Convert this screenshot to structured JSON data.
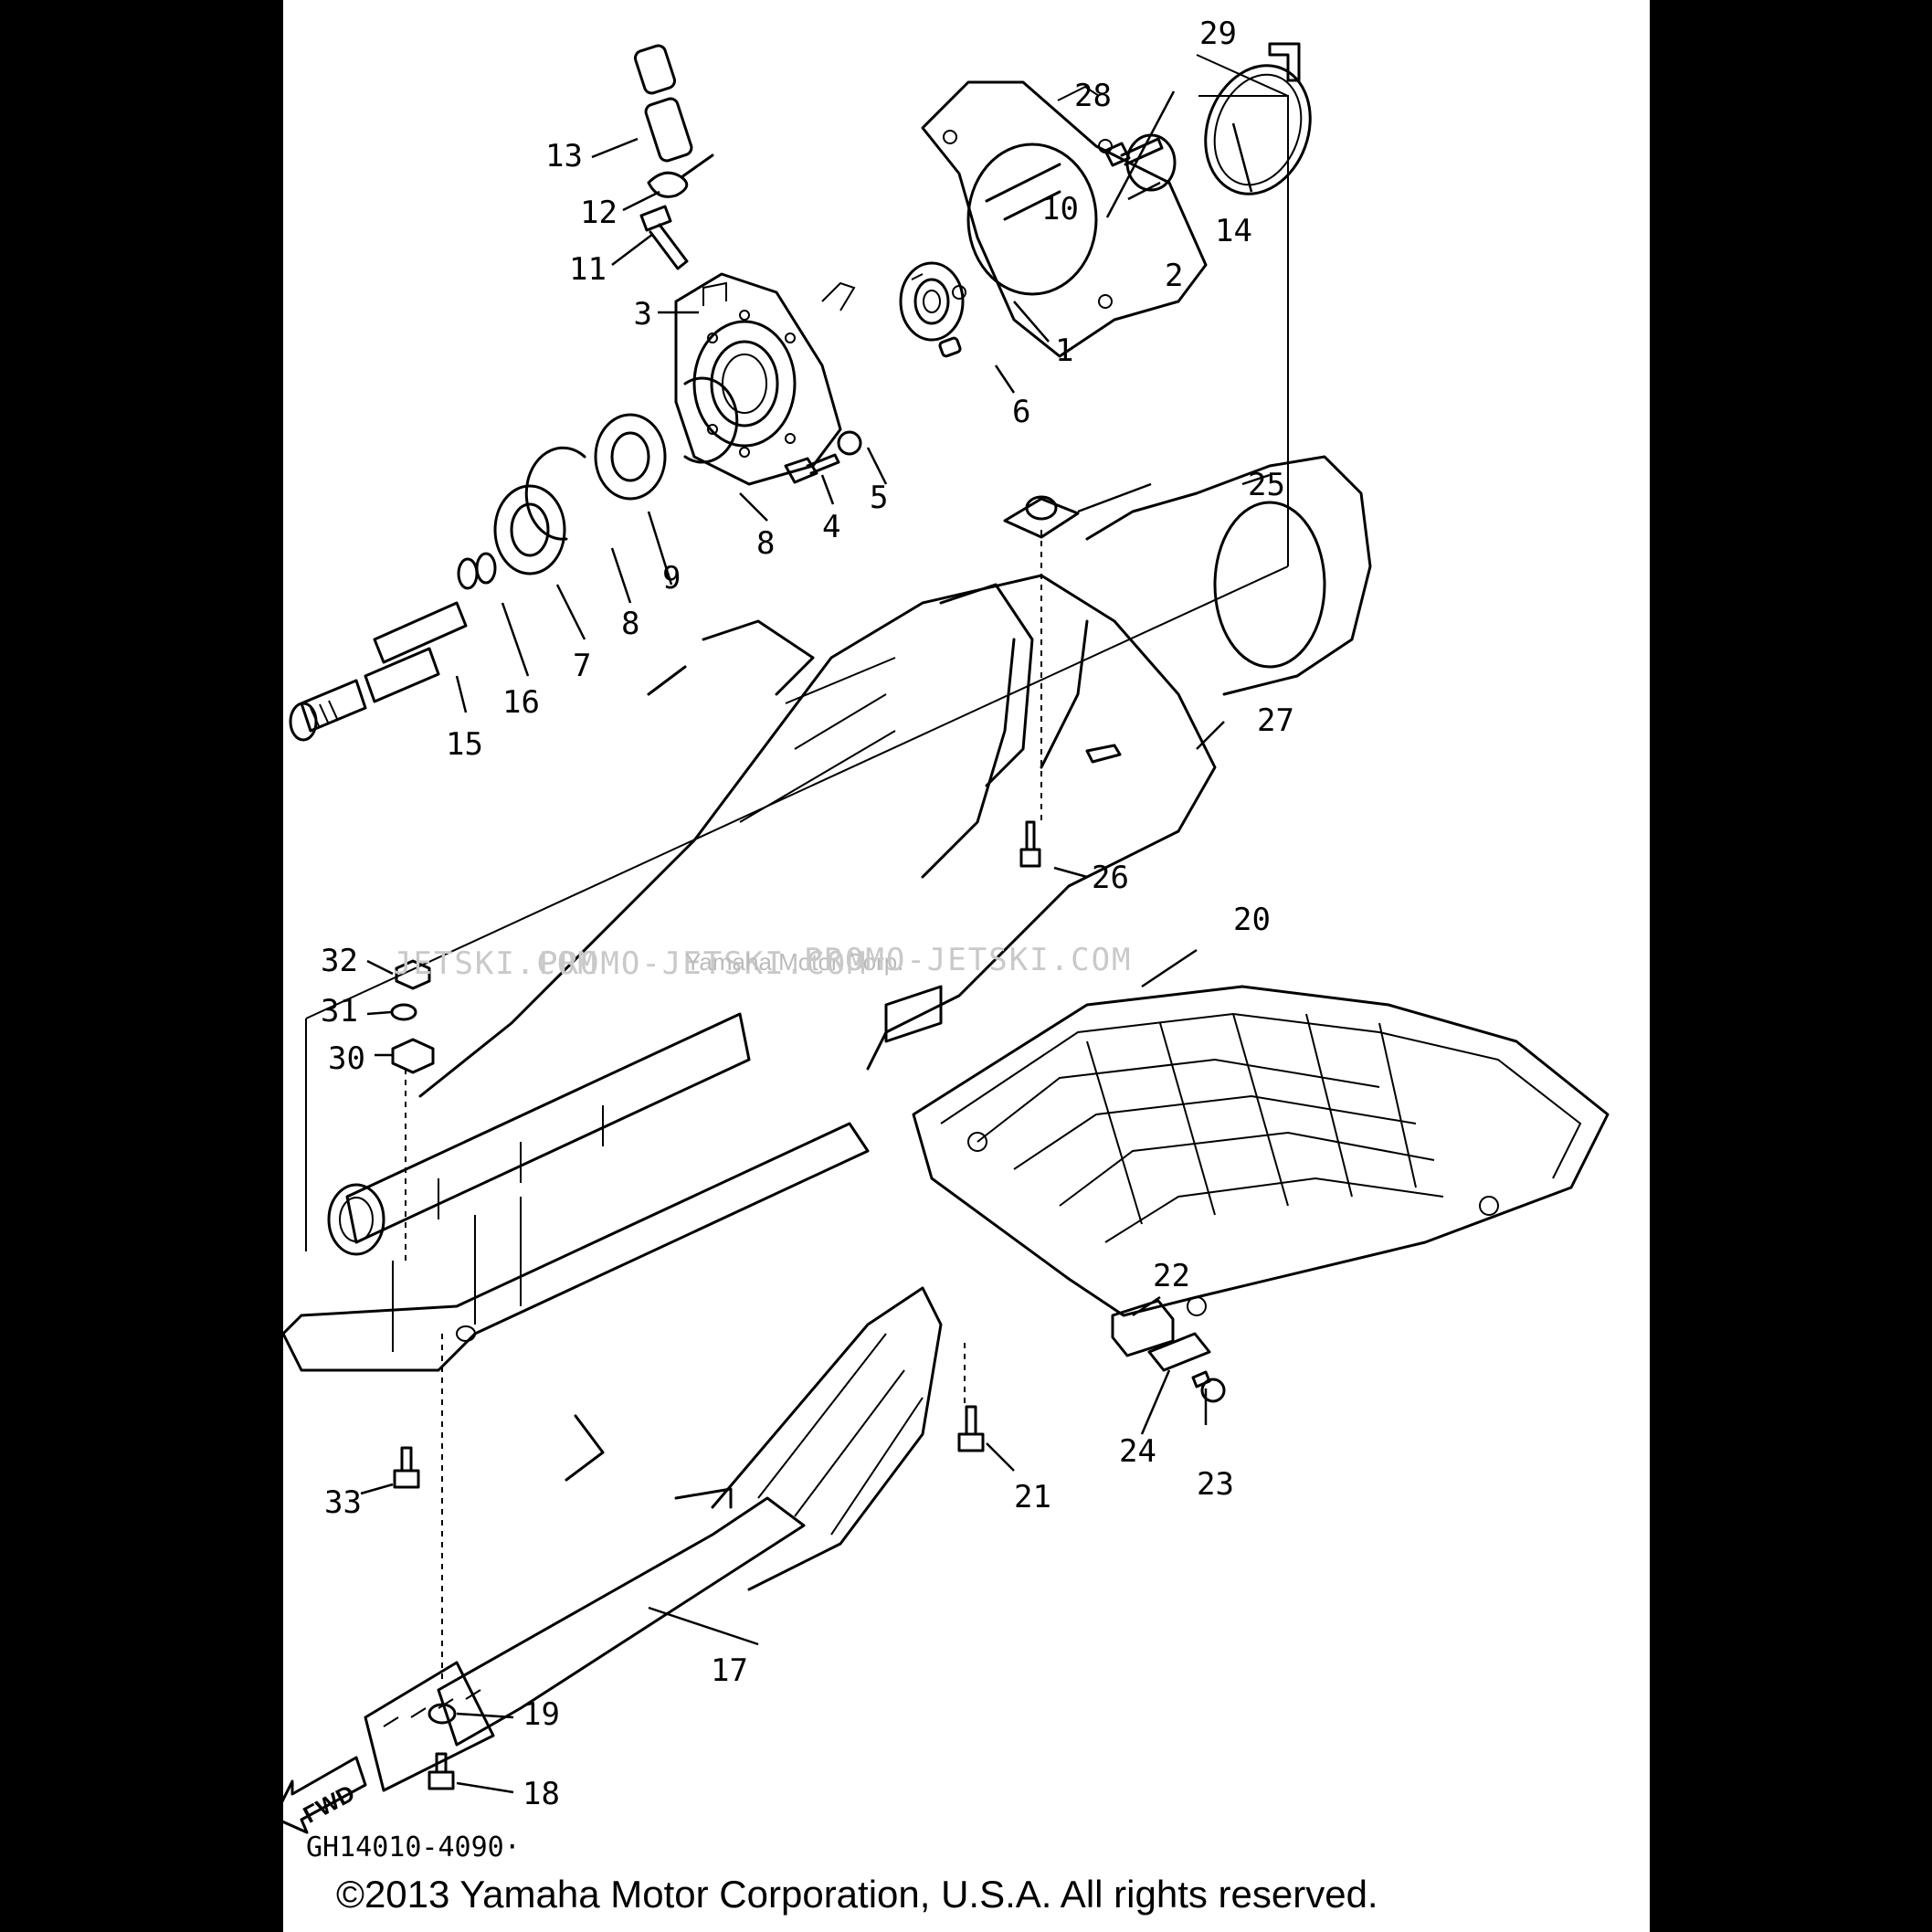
{
  "diagram_code": "GH14010-4090·",
  "copyright": "©2013 Yamaha Motor Corporation, U.S.A. All rights reserved.",
  "watermark": {
    "left": "JETSKI.COM",
    "center": "PROMO-JETSKI.COM",
    "right": "PROMO-JETSKI.COM",
    "owner": "Yamaha Motor Corp."
  },
  "direction_label": "FWD",
  "callouts": {
    "c1": "1",
    "c2": "2",
    "c3": "3",
    "c4": "4",
    "c5": "5",
    "c6": "6",
    "c7": "7",
    "c8a": "8",
    "c8b": "8",
    "c9": "9",
    "c10": "10",
    "c11": "11",
    "c12": "12",
    "c13": "13",
    "c14": "14",
    "c15": "15",
    "c16": "16",
    "c17": "17",
    "c18": "18",
    "c19": "19",
    "c20": "20",
    "c21": "21",
    "c22": "22",
    "c23": "23",
    "c24": "24",
    "c25": "25",
    "c26": "26",
    "c27": "27",
    "c28": "28",
    "c29": "29",
    "c30": "30",
    "c31": "31",
    "c32": "32",
    "c33": "33"
  }
}
